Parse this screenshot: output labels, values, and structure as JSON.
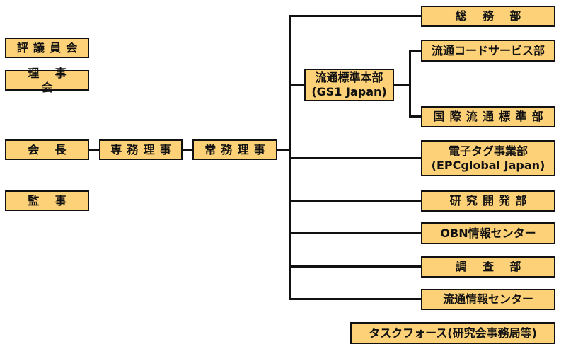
{
  "colors": {
    "box_fill": "#fdd178",
    "line": "#111111"
  },
  "left_column": {
    "council": "評議員会",
    "board": "理事会",
    "chairman": "会長",
    "auditor": "監事"
  },
  "chain": {
    "senior_managing_director": "専務理事",
    "managing_director": "常務理事"
  },
  "hq": {
    "name": "流通標準本部",
    "sub": "(GS1 Japan)"
  },
  "departments": {
    "general_affairs": "総務部",
    "distribution_code_service": "流通コードサービス部",
    "international_standards": "国際流通標準部",
    "epc_line1": "電子タグ事業部",
    "epc_line2": "(EPCglobal Japan)",
    "research_development": "研究開発部",
    "obn_center": "OBN情報センター",
    "survey": "調査部",
    "distribution_info_center": "流通情報センター",
    "task_force": "タスクフォース(研究会事務局等)"
  }
}
